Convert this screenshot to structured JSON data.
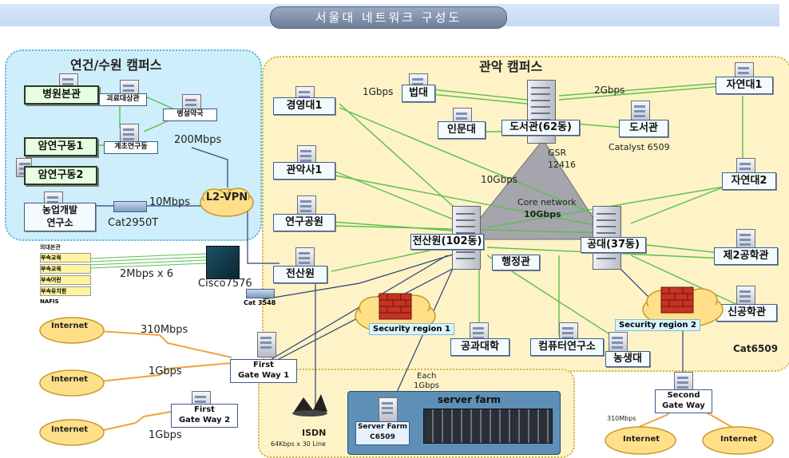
{
  "title": "서울대 네트워크 구성도",
  "regions": {
    "yeongeon": "연건/수원 캠퍼스",
    "gwanak": "관악 캠퍼스",
    "server_farm": "server farm"
  },
  "yeongeon_nodes": {
    "hospital": "병원본관",
    "radiology": "괴료대상관",
    "pharmacy": "병설약국",
    "basic_research": "계초연구동",
    "cancer1": "암연구동1",
    "cancer2": "암연구동2",
    "agri": "농업개발\n연구소",
    "cat2950": "Cat2950T",
    "l2vpn": "L2-VPN",
    "speed_200": "200Mbps",
    "speed_10": "10Mbps"
  },
  "gwanak_nodes": {
    "business": "경영대1",
    "law": "법대",
    "humanities": "인문대",
    "library_62": "도서관(62동)",
    "library": "도서관",
    "science1": "자연대1",
    "science2": "자연대2",
    "gwanaksa": "관악사1",
    "research_park": "연구공원",
    "jeonsanwon": "전산원",
    "jeonsanwon_102": "전산원(102동)",
    "admin": "행정관",
    "eng_37": "공대(37동)",
    "eng2": "제2공학관",
    "new_eng": "신공학관",
    "eng_college": "공과대학",
    "computer_inst": "컴퓨터연구소",
    "agri_life": "농생대",
    "core_title": "Core network",
    "core_speed": "10Gbps",
    "catalyst": "Catalyst 6509",
    "gsr": "GSR",
    "gsr_model": "12416",
    "speed_1g": "1Gbps",
    "speed_2g": "2Gbps",
    "speed_10g": "10Gbps",
    "sec1": "Security region 1",
    "sec2": "Security region  2",
    "cat6509": "Cat6509",
    "cat3548": "Cat 3548"
  },
  "external": {
    "medical": [
      "의대본관",
      "부속교육",
      "부속교육",
      "부속어린",
      "부속유치원"
    ],
    "nafis": "NAFIS",
    "cisco": "Cisco7576",
    "speed_2m": "2Mbps x 6",
    "internet": "Internet",
    "speed_310": "310Mbps",
    "speed_1g_a": "1Gbps",
    "speed_1g_b": "1Gbps",
    "gw1a": "First\nGate Way 1",
    "gw1b": "First\nGate Way 2",
    "gw2": "Second\nGate Way",
    "isdn": "ISDN",
    "isdn_lines": "64Kbps x 30 Line",
    "each": "Each",
    "each_speed": "1Gbps",
    "serverfarm_switch": "Server Farm\nC6509",
    "speed_310_small": "310Mbps"
  },
  "colors": {
    "line_green": "#5bbf4e",
    "line_blue": "#3a5fa8",
    "line_dark": "#222222",
    "wan_orange": "#f2a23a",
    "core_gray": "#9a9aa3",
    "firewall": "#c63322"
  }
}
